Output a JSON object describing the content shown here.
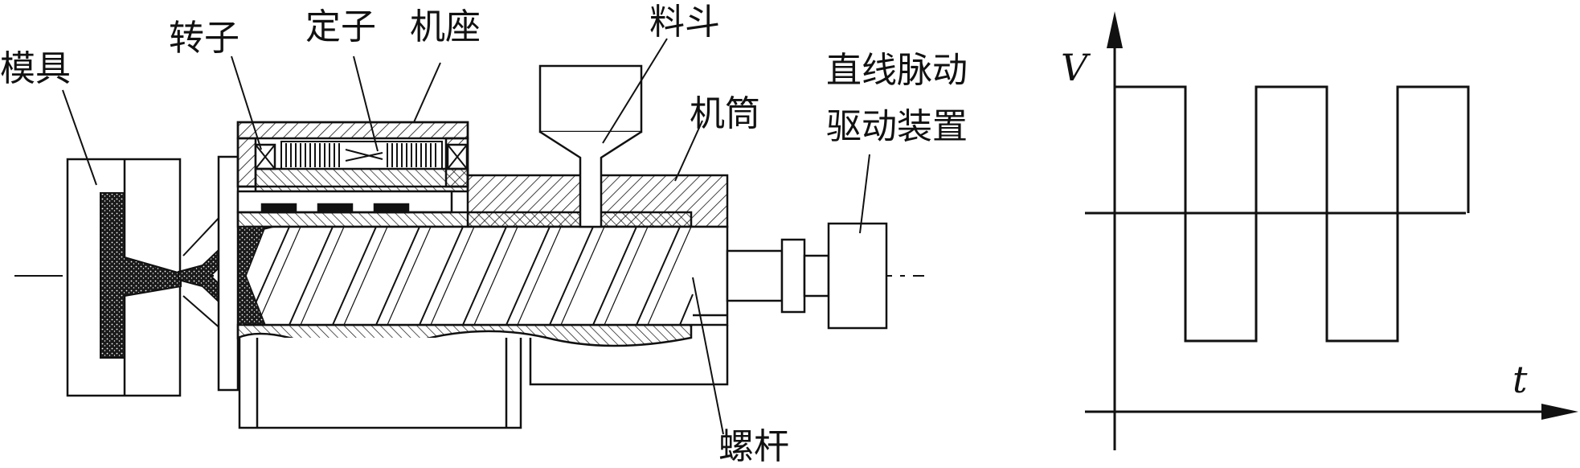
{
  "machine": {
    "labels": {
      "mold": "模具",
      "rotor": "转子",
      "stator": "定子",
      "frame": "机座",
      "hopper": "料斗",
      "barrel": "机筒",
      "drive_line1": "直线脉动",
      "drive_line2": "驱动装置",
      "screw": "螺杆"
    }
  },
  "waveform": {
    "y_label": "V",
    "x_label": "t",
    "levels": [
      "high",
      "low",
      "high",
      "low",
      "high"
    ]
  },
  "colors": {
    "ink": "#111111",
    "background": "#ffffff"
  }
}
